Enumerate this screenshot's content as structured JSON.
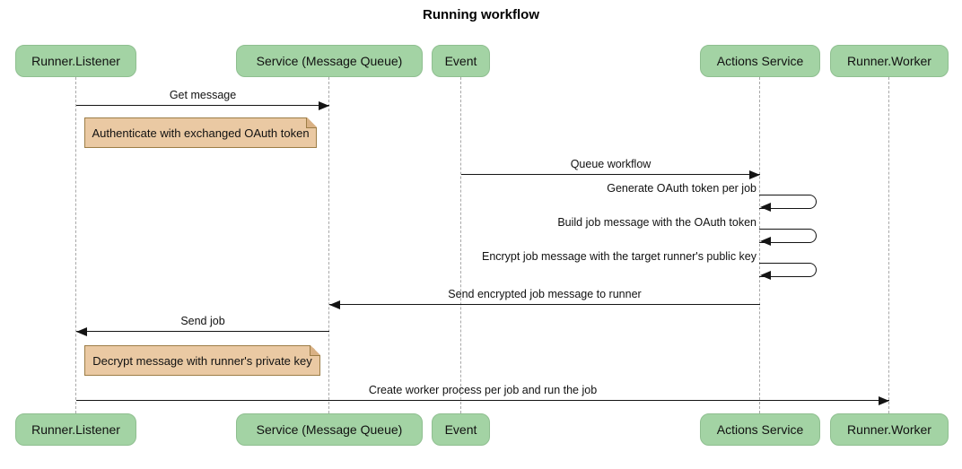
{
  "title": "Running workflow",
  "actors": [
    {
      "label": "Runner.Listener"
    },
    {
      "label": "Service (Message Queue)"
    },
    {
      "label": "Event"
    },
    {
      "label": "Actions Service"
    },
    {
      "label": "Runner.Worker"
    }
  ],
  "messages": [
    {
      "label": "Get message",
      "from": "Runner.Listener",
      "to": "Service (Message Queue)",
      "type": "solid-arrow"
    },
    {
      "label": "Queue workflow",
      "from": "Event",
      "to": "Actions Service",
      "type": "solid-arrow"
    },
    {
      "label": "Generate OAuth token per job",
      "from": "Actions Service",
      "to": "Actions Service",
      "type": "self-loop"
    },
    {
      "label": "Build job message with the OAuth token",
      "from": "Actions Service",
      "to": "Actions Service",
      "type": "self-loop"
    },
    {
      "label": "Encrypt job message with the target runner's public key",
      "from": "Actions Service",
      "to": "Actions Service",
      "type": "self-loop"
    },
    {
      "label": "Send encrypted job message to runner",
      "from": "Actions Service",
      "to": "Service (Message Queue)",
      "type": "solid-arrow"
    },
    {
      "label": "Send job",
      "from": "Service (Message Queue)",
      "to": "Runner.Listener",
      "type": "solid-arrow"
    },
    {
      "label": "Create worker process per job and run the job",
      "from": "Runner.Listener",
      "to": "Runner.Worker",
      "type": "solid-arrow"
    }
  ],
  "notes": [
    {
      "label": "Authenticate with exchanged OAuth token",
      "over": "Runner.Listener"
    },
    {
      "label": "Decrypt message with runner's private key",
      "over": "Runner.Listener"
    }
  ],
  "colors": {
    "actor_fill": "#a3d3a4",
    "actor_border": "#8fbf90",
    "note_fill": "#eac9a3",
    "note_border": "#9c7d46",
    "lifeline": "#a8a8a8",
    "arrow": "#141414"
  }
}
